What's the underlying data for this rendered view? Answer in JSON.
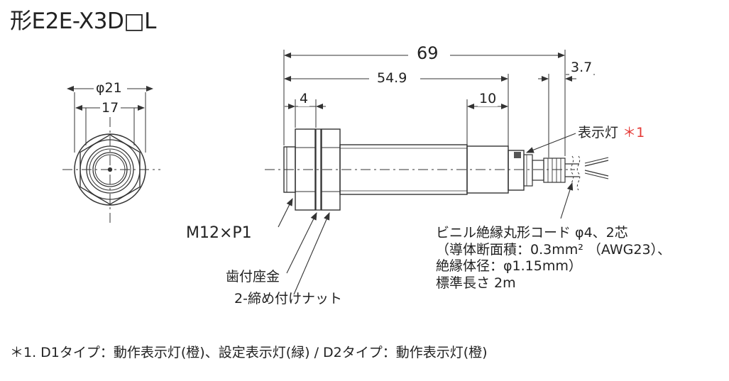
{
  "title": "形E2E-X3D□L",
  "dimensions": {
    "d_outer": "φ21",
    "d_inner": "17",
    "total_length": "69",
    "body_length": "54.9",
    "washer_thickness": "4",
    "tail_length": "10",
    "lead_length": "3.7"
  },
  "labels": {
    "indicator": "表示灯",
    "indicator_mark": "＊1",
    "thread": "M12×P1",
    "washer": "歯付座金",
    "nut": "2-締め付けナット"
  },
  "cable_spec": [
    "ビニル絶縁丸形コード φ4、2芯",
    "（導体断面積：0.3mm² （AWG23）、",
    "絶縁体径：φ1.15mm）",
    "標準長さ 2m"
  ],
  "footnote": "＊1. D1タイプ：動作表示灯(橙)、設定表示灯(緑) / D2タイプ：動作表示灯(橙)",
  "colors": {
    "line": "#333333",
    "accent": "#e53935"
  }
}
